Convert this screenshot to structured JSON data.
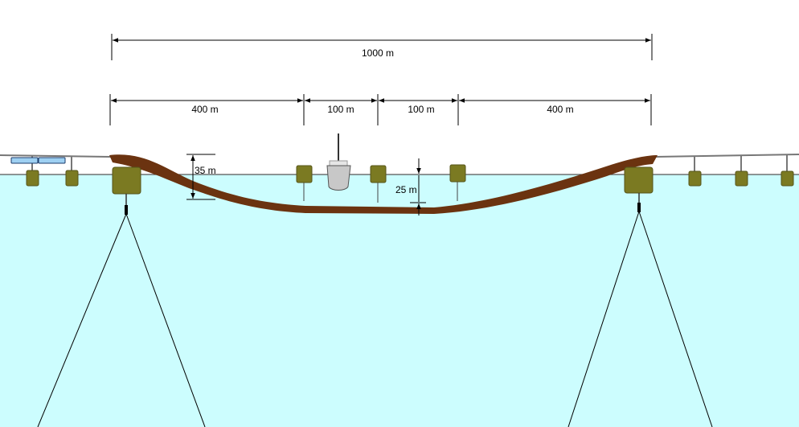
{
  "dimensions": {
    "total": "1000 m",
    "span_left": "400 m",
    "span_center_left": "100 m",
    "span_center_right": "100 m",
    "span_right": "400 m",
    "depth_ends": "35 m",
    "depth_center": "25 m"
  },
  "colors": {
    "sea": "#ccfdfe",
    "waterline": "#555555",
    "tube": "#6b3310",
    "float": "#7b7a22",
    "float_stroke": "#55541a",
    "panel": "#9ed0f2",
    "ship_hull": "#c8c8c8",
    "line": "#000000"
  },
  "icons": {
    "vessel": "ship-icon",
    "solar_panel": "solar-panel-icon",
    "buoy": "buoy-icon"
  }
}
